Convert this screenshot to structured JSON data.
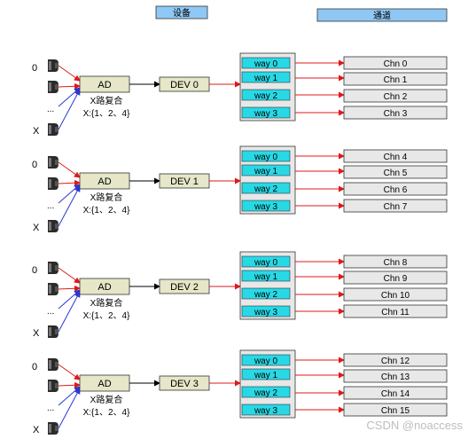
{
  "header": {
    "device_title": "设备",
    "channel_title": "通道"
  },
  "groups": [
    {
      "ad": "AD",
      "mux": "X路复合",
      "opts": "X:{1、2、4}",
      "dev": "DEV 0",
      "input_first": "0",
      "input_dots": "...",
      "input_last": "X",
      "ways": [
        "way 0",
        "way 1",
        "way 2",
        "way 3"
      ],
      "chns": [
        "Chn 0",
        "Chn 1",
        "Chn 2",
        "Chn 3"
      ]
    },
    {
      "ad": "AD",
      "mux": "X路复合",
      "opts": "X:{1、2、4}",
      "dev": "DEV 1",
      "input_first": "0",
      "input_dots": "...",
      "input_last": "X",
      "ways": [
        "way 0",
        "way 1",
        "way 2",
        "way 3"
      ],
      "chns": [
        "Chn 4",
        "Chn 5",
        "Chn 6",
        "Chn 7"
      ]
    },
    {
      "ad": "AD",
      "mux": "X路复合",
      "opts": "X:{1、2、4}",
      "dev": "DEV 2",
      "input_first": "0",
      "input_dots": "...",
      "input_last": "X",
      "ways": [
        "way 0",
        "way 1",
        "way 2",
        "way 3"
      ],
      "chns": [
        "Chn 8",
        "Chn 9",
        "Chn 10",
        "Chn 11"
      ]
    },
    {
      "ad": "AD",
      "mux": "X路复合",
      "opts": "X:{1、2、4}",
      "dev": "DEV 3",
      "input_first": "0",
      "input_dots": "...",
      "input_last": "X",
      "ways": [
        "way 0",
        "way 1",
        "way 2",
        "way 3"
      ],
      "chns": [
        "Chn 12",
        "Chn 13",
        "Chn 14",
        "Chn 15"
      ]
    }
  ],
  "watermark": "CSDN @noaccess",
  "colors": {
    "title_fill": "#8fc8f4",
    "ad_fill": "#e6e6c8",
    "way_fill": "#27d9e6",
    "chn_fill": "#e8e8e8",
    "red": "#e01818",
    "blue": "#2a36d8",
    "connector": "#333333"
  },
  "icons": [
    "camera-connector-icon"
  ]
}
